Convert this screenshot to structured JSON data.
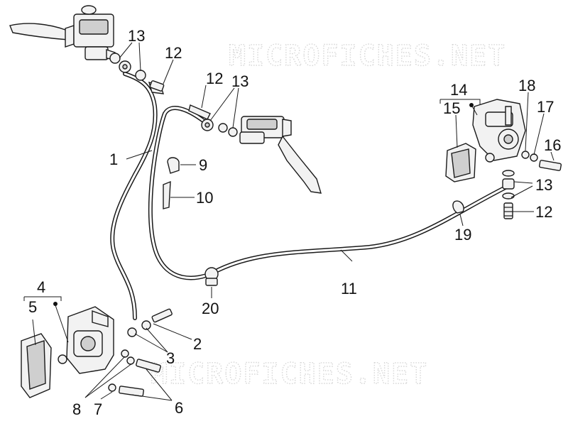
{
  "watermark": "MICROFICHES.NET",
  "callouts": {
    "c1": "1",
    "c2": "2",
    "c3": "3",
    "c4": "4",
    "c5": "5",
    "c6": "6",
    "c7": "7",
    "c8": "8",
    "c9": "9",
    "c10": "10",
    "c11": "11",
    "c12a": "12",
    "c12b": "12",
    "c12c": "12",
    "c13a": "13",
    "c13b": "13",
    "c13c": "13",
    "c14": "14",
    "c15": "15",
    "c16": "16",
    "c17": "17",
    "c18": "18",
    "c19": "19",
    "c20": "20"
  }
}
